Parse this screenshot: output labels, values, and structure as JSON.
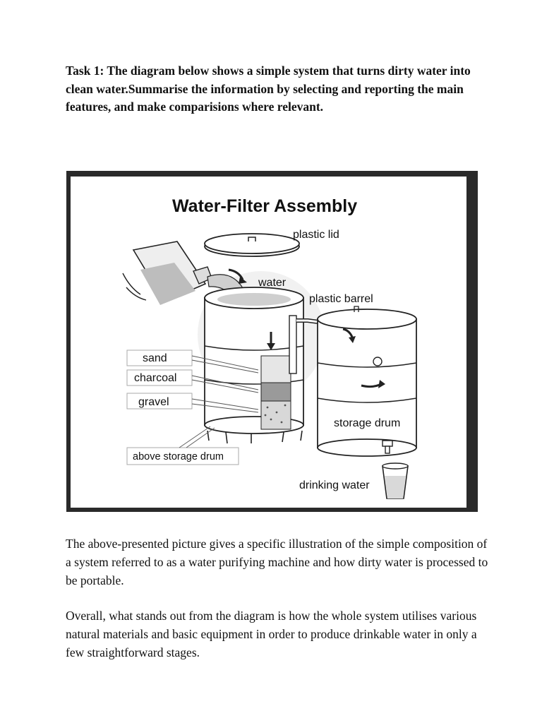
{
  "task": {
    "text": "Task 1: The diagram below shows a simple system that turns dirty water into clean water.Summarise the information by selecting and reporting the main features, and make comparisions where relevant."
  },
  "figure": {
    "title": "Water-Filter Assembly",
    "labels": {
      "plastic_lid": "plastic lid",
      "water": "water",
      "plastic_barrel": "plastic barrel",
      "sand": "sand",
      "charcoal": "charcoal",
      "gravel": "gravel",
      "storage_drum": "storage drum",
      "above_storage_drum": "above storage drum",
      "drinking_water": "drinking water"
    }
  },
  "body": {
    "paragraph1": "The above-presented picture gives a specific illustration of the simple composition of a system referred to as a water purifying machine and how dirty water is processed to be portable.",
    "paragraph2": "Overall, what stands out from the diagram is how the whole system utilises various natural materials and basic equipment in order to produce drinkable water in only a few straightforward stages."
  }
}
